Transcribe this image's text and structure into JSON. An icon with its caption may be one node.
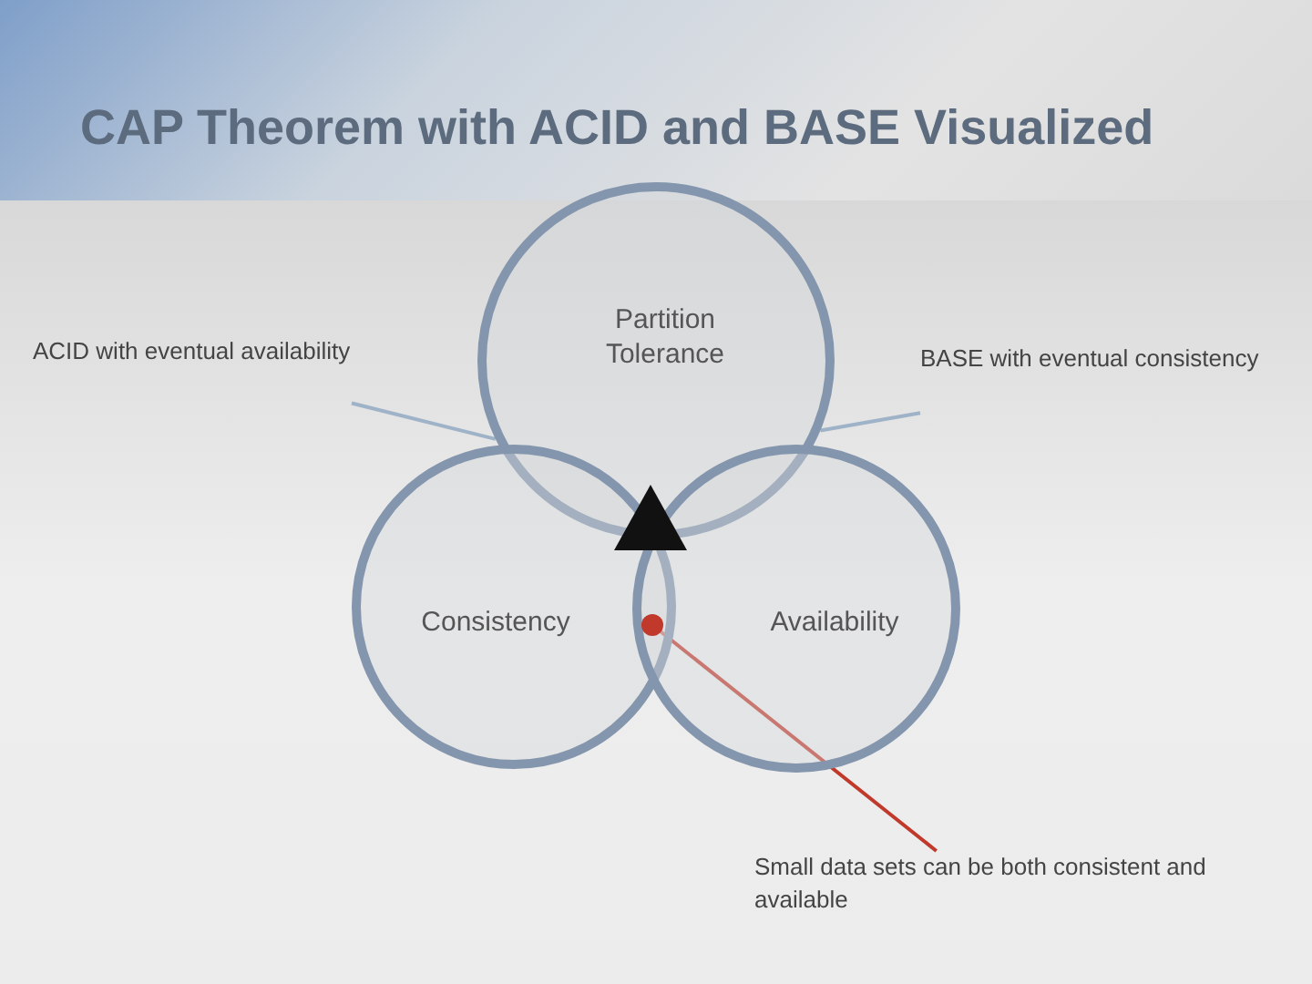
{
  "diagram": {
    "title": "CAP Theorem with ACID and BASE Visualized",
    "nodes": [
      {
        "text": [
          "Partition Tolerance"
        ]
      },
      {
        "text": [
          "Consistency"
        ]
      },
      {
        "text": [
          "Availability"
        ]
      },
      {
        "text": [
          "ACID with eventual availability"
        ]
      },
      {
        "text": [
          "BASE with eventual consistency"
        ]
      },
      {
        "text": [
          "Small data sets can be both consistent and available"
        ]
      },
      {
        "text": [],
        "shape": "triangle"
      },
      {
        "text": [],
        "shape": "circle"
      }
    ],
    "edges": [
      {
        "from": 3,
        "to": 0,
        "arrow": "none"
      },
      {
        "from": 4,
        "to": 0,
        "arrow": "none"
      },
      {
        "from": 5,
        "to": 7,
        "arrow": "none",
        "color": "#c0392b"
      }
    ]
  }
}
